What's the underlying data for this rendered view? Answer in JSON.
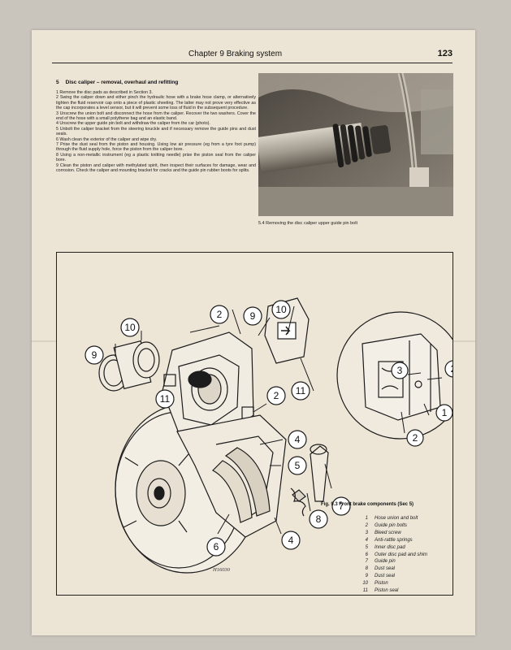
{
  "header": {
    "chapter": "Chapter 9  Braking system",
    "page_number": "123"
  },
  "section": {
    "number": "5",
    "title": "Disc caliper – removal, overhaul and refitting"
  },
  "paragraphs": [
    "1  Remove the disc pads as described in Section 3.",
    "2  Swing the caliper down and either pinch the hydraulic hose with a brake hose clamp, or alternatively tighten the fluid reservoir cap onto a piece of plastic sheeting. The latter may not prove very effective as the cap incorporates a level sensor, but it will prevent some loss of fluid in the subsequent procedure.",
    "3  Unscrew the union bolt and disconnect the hose from the caliper. Recover the two washers. Cover the end of the hose with a small polythene bag and an elastic band.",
    "4  Unscrew the upper guide pin bolt and withdraw the caliper from the car (photo).",
    "5  Unbolt the caliper bracket from the steering knuckle and if necessary remove the guide pins and dust seals.",
    "6  Wash clean the exterior of the caliper and wipe dry.",
    "7  Prise the dust seal from the piston and housing. Using low air pressure (eg from a tyre foot pump) through the fluid supply hole, force the piston from the caliper bore.",
    "8  Using a non-metallic instrument (eg a plastic knitting needle) prise the piston seal from the caliper bore.",
    "9  Clean the piston and caliper with methylated spirit, then inspect their surfaces for damage, wear and corrosion. Check the caliper and mounting bracket for cracks and the guide pin rubber boots for splits."
  ],
  "photo_caption": "5.4 Removing the disc caliper upper guide pin bolt",
  "figure": {
    "title": "Fig. 9.3 Front brake components (Sec 5)",
    "reference": "H16030",
    "legend": [
      {
        "num": "1",
        "text": "Hose union and bolt"
      },
      {
        "num": "2",
        "text": "Guide pin bolts"
      },
      {
        "num": "3",
        "text": "Bleed screw"
      },
      {
        "num": "4",
        "text": "Anti-rattle springs"
      },
      {
        "num": "5",
        "text": "Inner disc pad"
      },
      {
        "num": "6",
        "text": "Outer disc pad and shim"
      },
      {
        "num": "7",
        "text": "Guide pin"
      },
      {
        "num": "8",
        "text": "Dust seal"
      },
      {
        "num": "9",
        "text": "Dust seal"
      },
      {
        "num": "10",
        "text": "Piston"
      },
      {
        "num": "11",
        "text": "Piston seal"
      }
    ]
  }
}
